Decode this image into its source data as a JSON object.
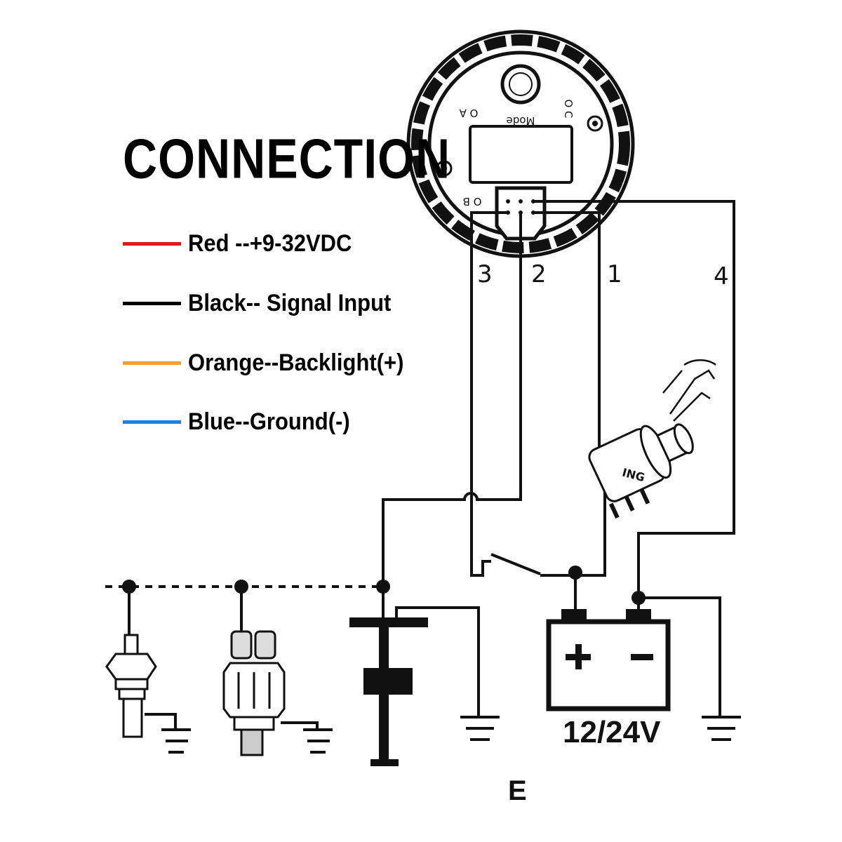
{
  "title": "CONNECTION",
  "legend": [
    {
      "label": "Red --+9-32VDC",
      "color": "#e8141b"
    },
    {
      "label": "Black-- Signal Input",
      "color": "#000000"
    },
    {
      "label": "Orange--Backlight(+)",
      "color": "#f4a21f"
    },
    {
      "label": "Blue--Ground(-)",
      "color": "#1a82e6"
    }
  ],
  "gauge": {
    "mode_label": "Mode",
    "button_a": "O A",
    "button_b": "O B",
    "button_c": "O C"
  },
  "wires": [
    "3",
    "2",
    "1",
    "4"
  ],
  "ignition_label": "ING",
  "battery": {
    "voltage": "12/24V",
    "plus": "+",
    "minus": "−"
  },
  "ground_label": "E"
}
